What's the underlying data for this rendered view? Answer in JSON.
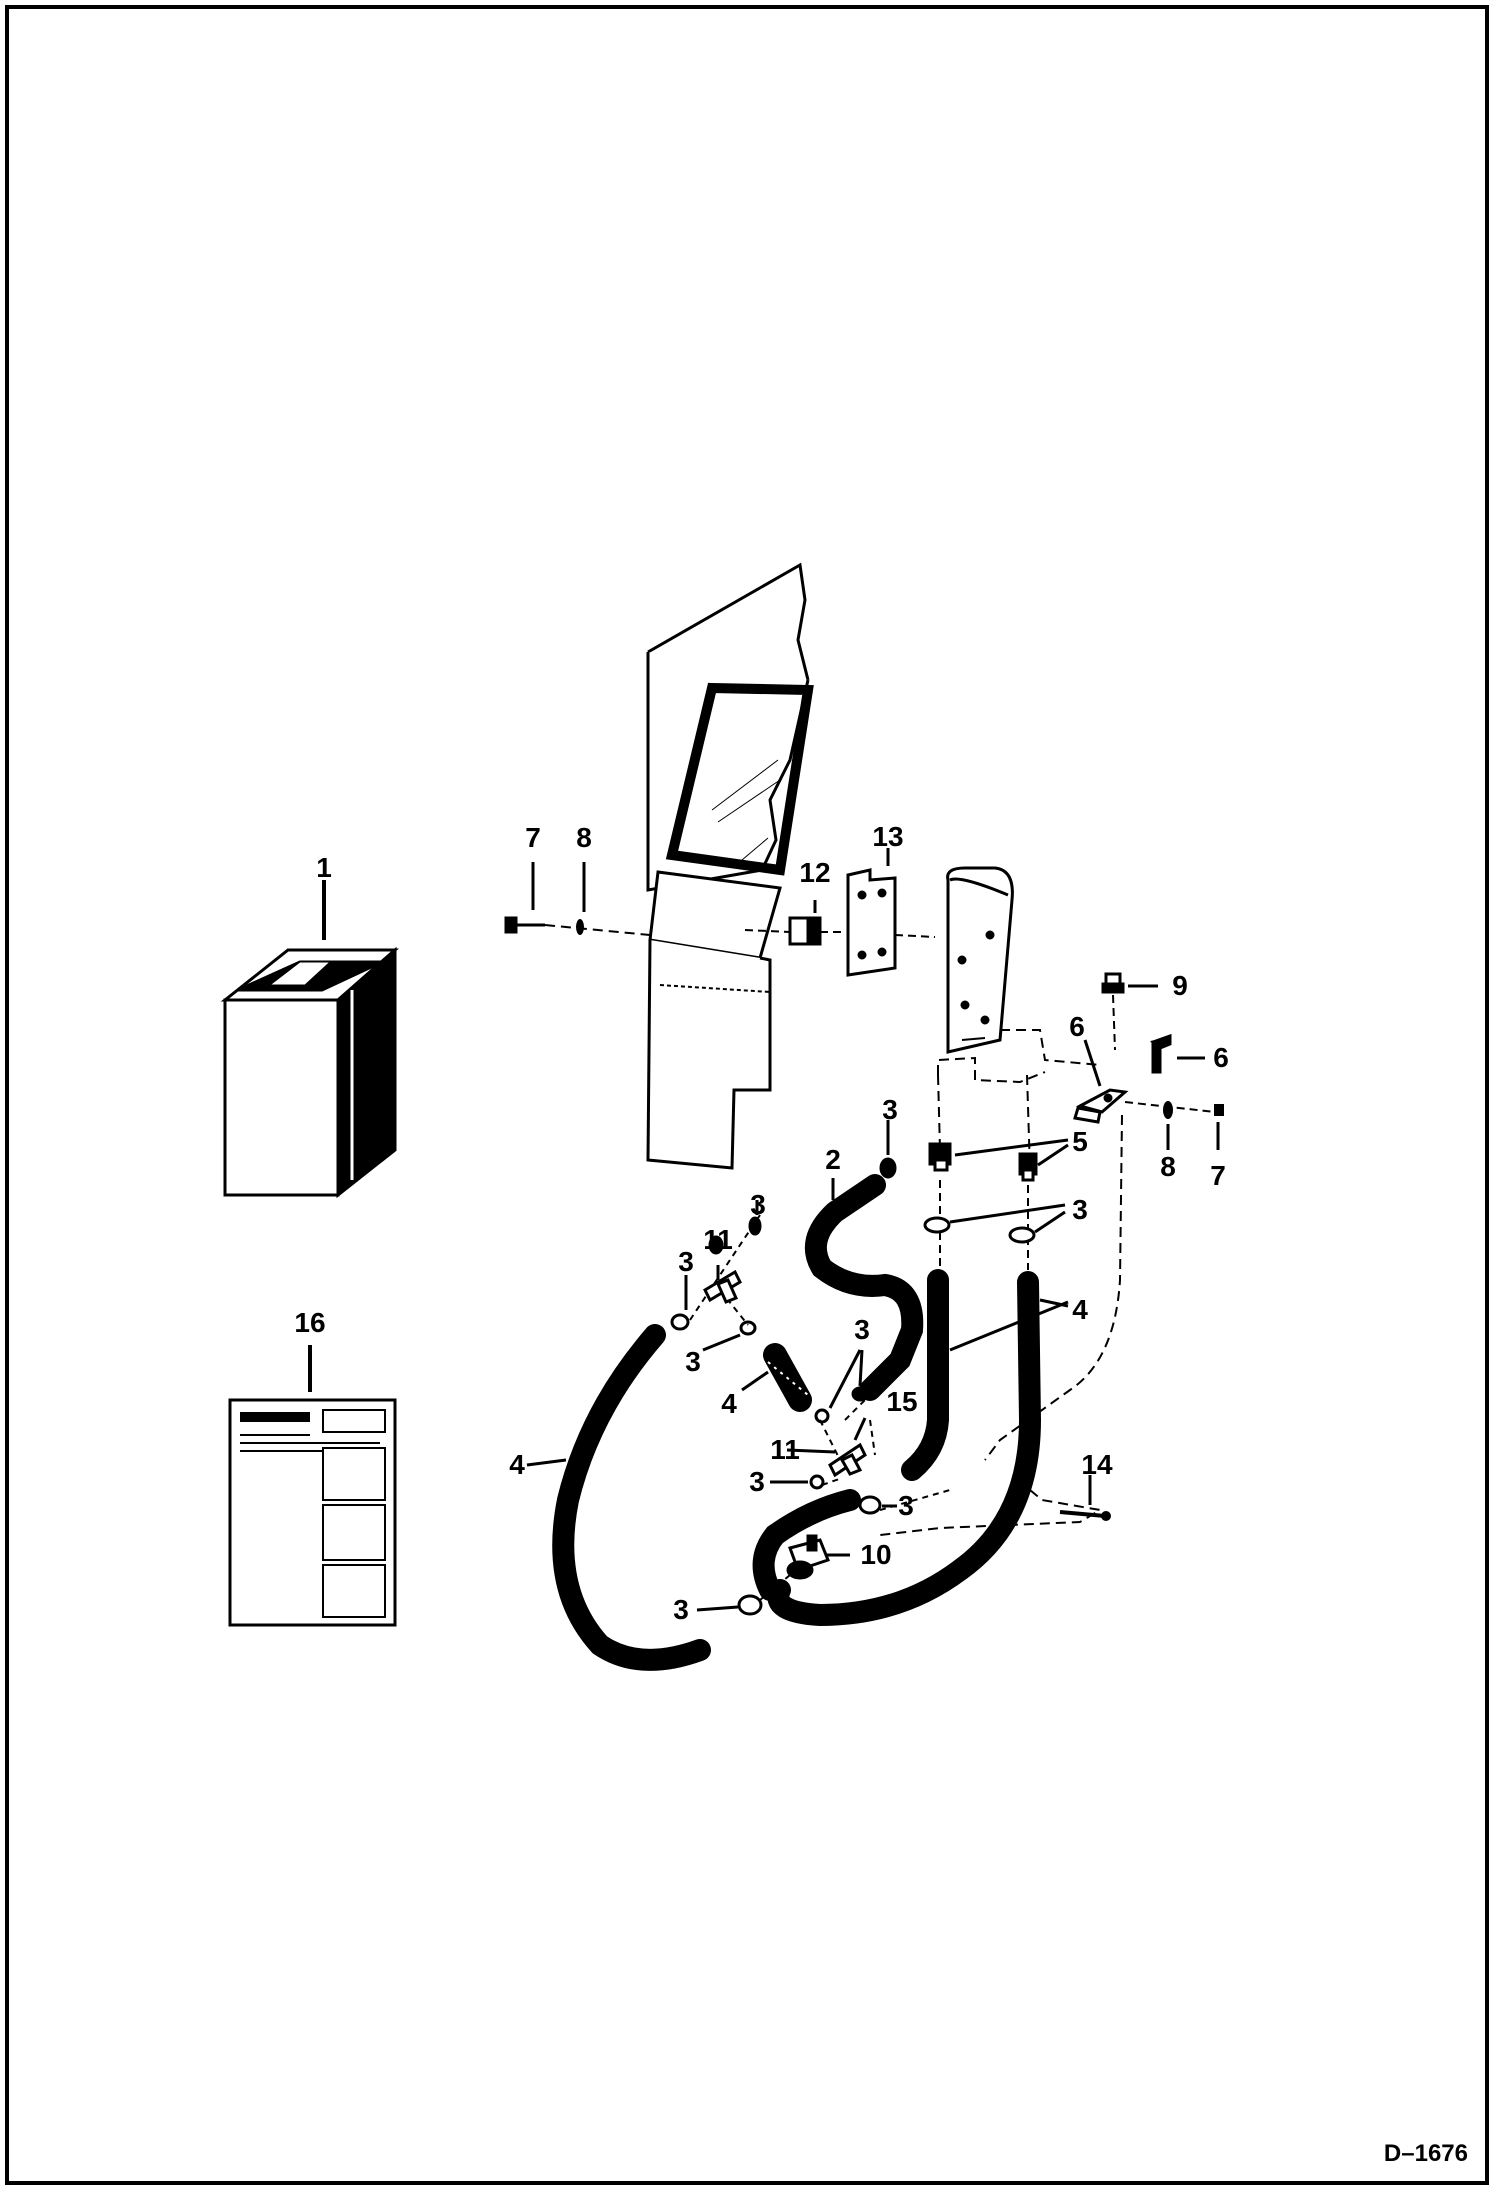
{
  "drawing_code": "D–1676",
  "callouts": [
    {
      "id": "c1",
      "text": "1"
    },
    {
      "id": "c16",
      "text": "16"
    },
    {
      "id": "c7a",
      "text": "7"
    },
    {
      "id": "c8a",
      "text": "8"
    },
    {
      "id": "c12",
      "text": "12"
    },
    {
      "id": "c13",
      "text": "13"
    },
    {
      "id": "c9",
      "text": "9"
    },
    {
      "id": "c6a",
      "text": "6"
    },
    {
      "id": "c6b",
      "text": "6"
    },
    {
      "id": "c8b",
      "text": "8"
    },
    {
      "id": "c7b",
      "text": "7"
    },
    {
      "id": "c3a",
      "text": "3"
    },
    {
      "id": "c2",
      "text": "2"
    },
    {
      "id": "c5",
      "text": "5"
    },
    {
      "id": "c3b",
      "text": "3"
    },
    {
      "id": "c3c",
      "text": "3"
    },
    {
      "id": "c11a",
      "text": "11"
    },
    {
      "id": "c3d",
      "text": "3"
    },
    {
      "id": "c4a",
      "text": "4"
    },
    {
      "id": "c3e",
      "text": "3"
    },
    {
      "id": "c3f",
      "text": "3"
    },
    {
      "id": "c4b",
      "text": "4"
    },
    {
      "id": "c15",
      "text": "15"
    },
    {
      "id": "c4c",
      "text": "4"
    },
    {
      "id": "c11b",
      "text": "11"
    },
    {
      "id": "c3g",
      "text": "3"
    },
    {
      "id": "c3h",
      "text": "3"
    },
    {
      "id": "c14",
      "text": "14"
    },
    {
      "id": "c10",
      "text": "10"
    },
    {
      "id": "c3i",
      "text": "3"
    }
  ]
}
